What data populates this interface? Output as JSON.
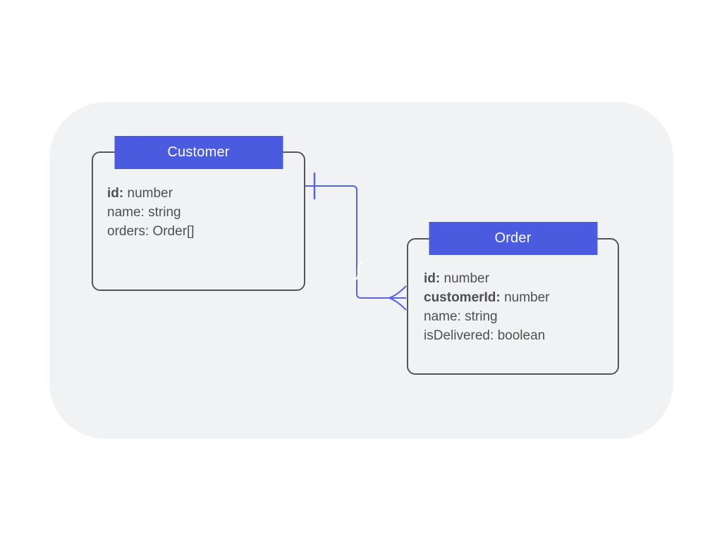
{
  "diagram": {
    "type": "entity-relationship",
    "colors": {
      "panel_background": "#f1f2f3",
      "entity_header": "#4a5be0",
      "entity_border": "#565656",
      "edge": "#5565e6",
      "attribute_text": "#4f4f4f",
      "header_text": "#ffffff"
    },
    "entities": [
      {
        "name": "Customer",
        "attributes": [
          {
            "key": "id:",
            "type": "number",
            "is_key": true
          },
          {
            "key": "name:",
            "type": "string",
            "is_key": false
          },
          {
            "key": "orders:",
            "type": "Order[]",
            "is_key": false
          }
        ]
      },
      {
        "name": "Order",
        "attributes": [
          {
            "key": "id:",
            "type": "number",
            "is_key": true
          },
          {
            "key": "customerId:",
            "type": "number",
            "is_key": true
          },
          {
            "key": "name:",
            "type": "string",
            "is_key": false
          },
          {
            "key": "isDelivered:",
            "type": "boolean",
            "is_key": false
          }
        ]
      }
    ],
    "relationship": {
      "from": "Customer",
      "to": "Order",
      "from_cardinality": "one",
      "to_cardinality": "many"
    }
  }
}
